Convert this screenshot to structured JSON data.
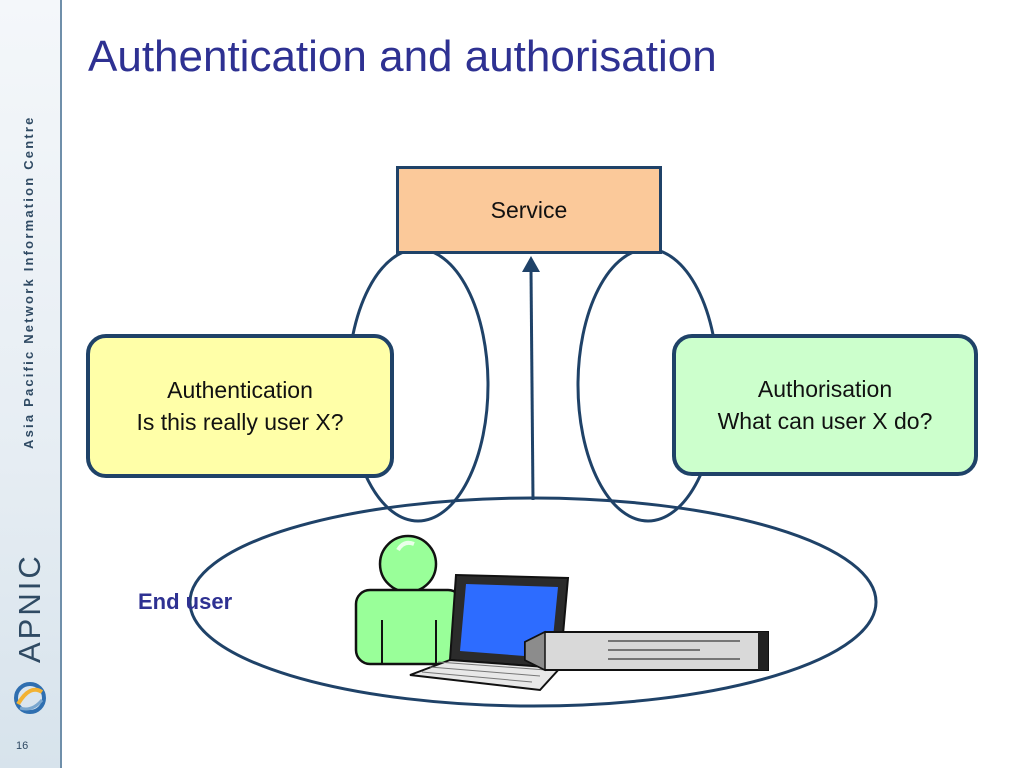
{
  "slide": {
    "title": "Authentication and authorisation",
    "number": "16",
    "sidebar_org": "Asia Pacific Network Information Centre",
    "sidebar_logo_text": "APNIC"
  },
  "diagram": {
    "service": "Service",
    "authentication": {
      "heading": "Authentication",
      "question": "Is this really user X?"
    },
    "authorisation": {
      "heading": "Authorisation",
      "question": "What can user X do?"
    },
    "end_user_label": "End user"
  },
  "colors": {
    "title": "#2e3192",
    "outline": "#1f4268",
    "service_fill": "#fbc99a",
    "authentication_fill": "#ffffa8",
    "authorisation_fill": "#ccffcc",
    "person_fill": "#99ff99"
  },
  "icons": [
    "apnic-logo-icon",
    "user-icon",
    "laptop-icon",
    "server-icon"
  ]
}
